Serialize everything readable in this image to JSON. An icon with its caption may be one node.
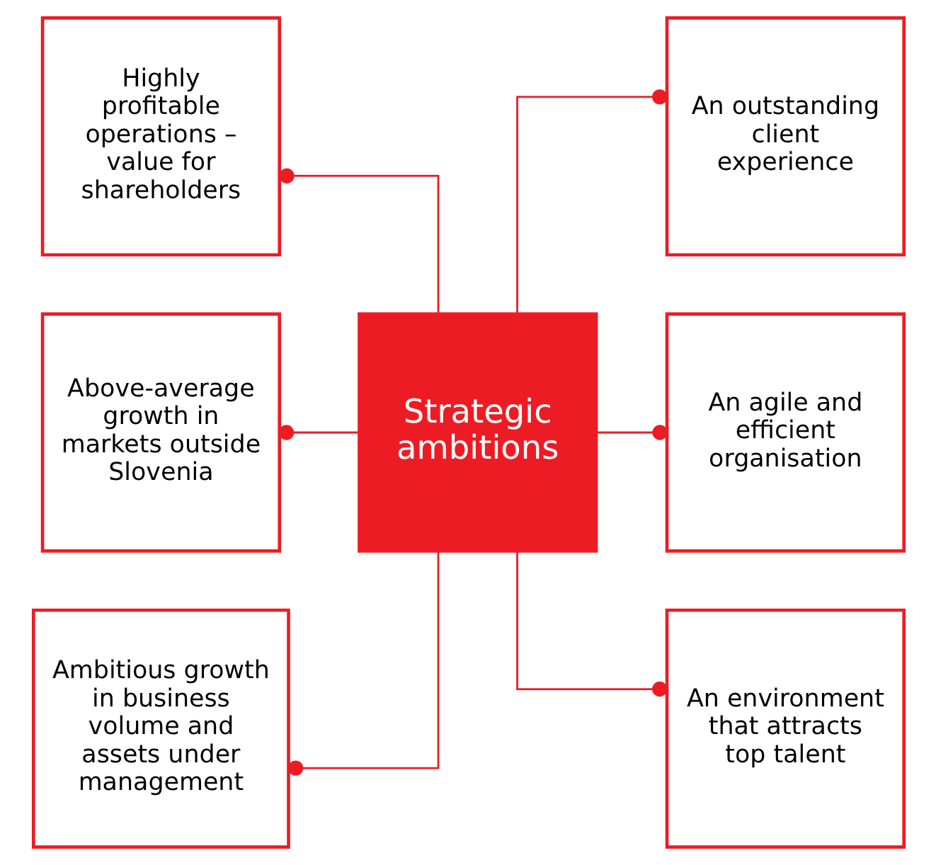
{
  "diagram": {
    "nodes": [
      {
        "text": [
          "Highly profitable operations – value for shareholders"
        ]
      },
      {
        "text": [
          "An outstanding client experience"
        ]
      },
      {
        "text": [
          "Above-average growth in markets outside Slovenia"
        ]
      },
      {
        "text": [
          "Strategic ambitions"
        ]
      },
      {
        "text": [
          "An agile and efficient organisation"
        ]
      },
      {
        "text": [
          "Ambitious growth in business volume and assets under management"
        ]
      },
      {
        "text": [
          "An environment that attracts top talent"
        ]
      }
    ],
    "edges": [
      {
        "from": 3,
        "to": 0,
        "arrow": "other"
      },
      {
        "from": 3,
        "to": 1,
        "arrow": "other"
      },
      {
        "from": 3,
        "to": 2,
        "arrow": "other"
      },
      {
        "from": 3,
        "to": 4,
        "arrow": "other"
      },
      {
        "from": 3,
        "to": 5,
        "arrow": "other"
      },
      {
        "from": 3,
        "to": 6,
        "arrow": "other"
      }
    ]
  }
}
